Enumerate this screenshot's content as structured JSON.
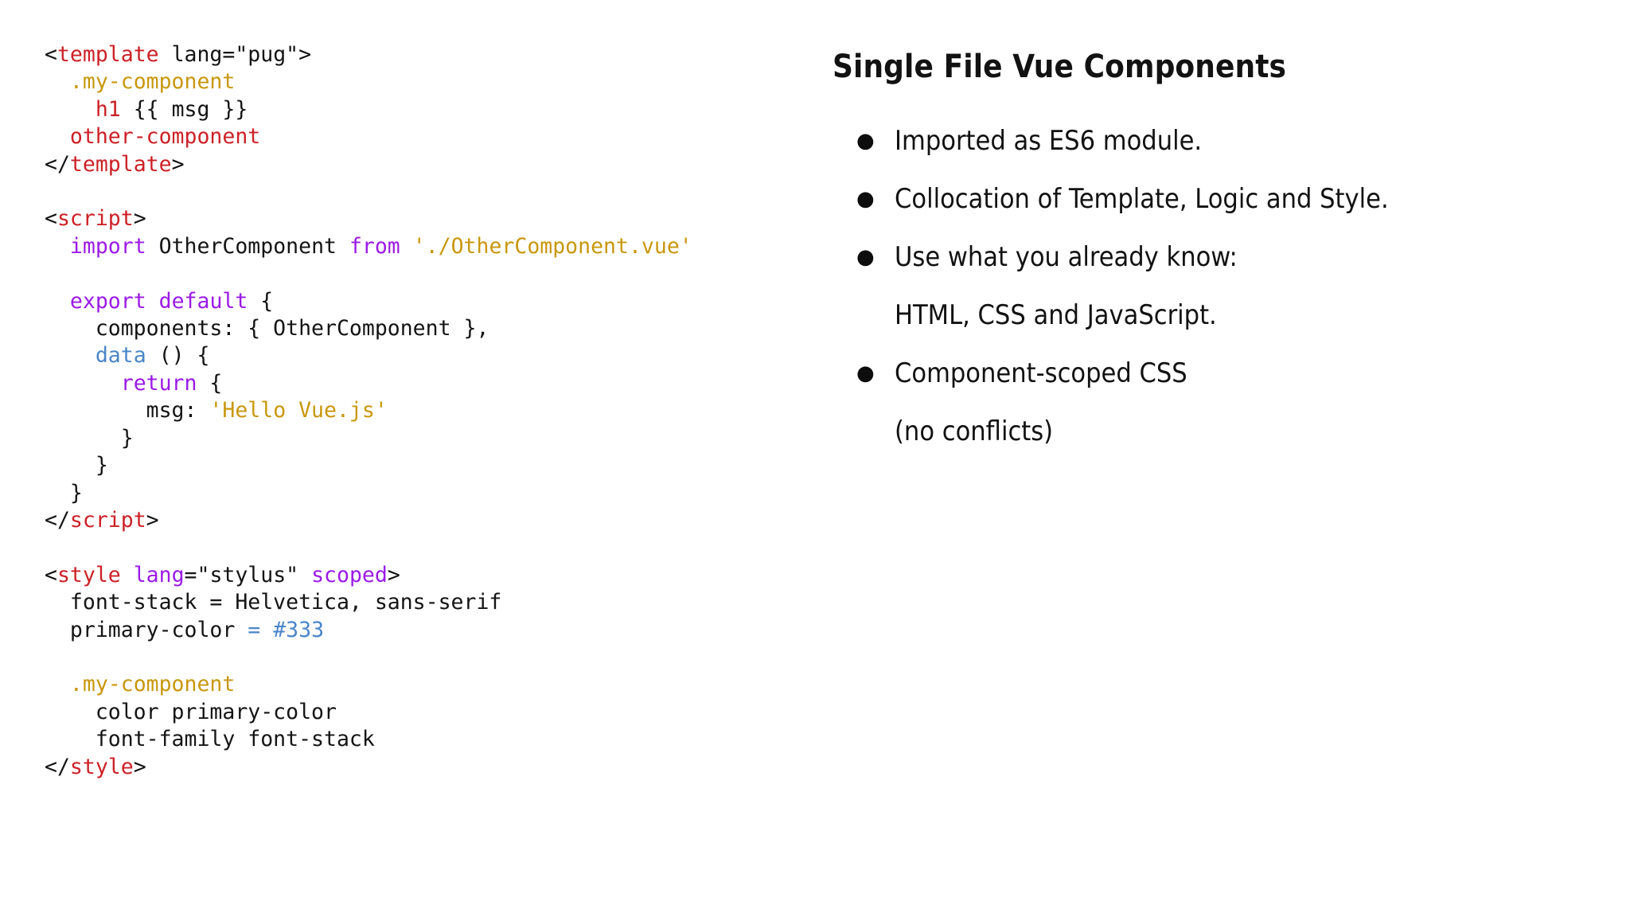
{
  "slide": {
    "background_color": "#ffffff",
    "code": {
      "language": "vue",
      "font": "monospace",
      "colors": {
        "tag": "#cc2127",
        "attribute": "#9b1ae6",
        "keyword": "#9b1ae6",
        "string": "#c9970d",
        "selector": "#c9970d",
        "function": "#4a86c8",
        "number": "#4a86c8",
        "plain": "#141414"
      },
      "lines": [
        [
          {
            "text": "<",
            "cls": "t-plain"
          },
          {
            "text": "template",
            "cls": "t-tag"
          },
          {
            "text": " lang=\"pug\">",
            "cls": "t-plain"
          }
        ],
        [
          {
            "text": "  ",
            "cls": "t-plain"
          },
          {
            "text": ".my-component",
            "cls": "t-sel"
          }
        ],
        [
          {
            "text": "    ",
            "cls": "t-plain"
          },
          {
            "text": "h1",
            "cls": "t-tag"
          },
          {
            "text": " {{ msg }}",
            "cls": "t-plain"
          }
        ],
        [
          {
            "text": "  ",
            "cls": "t-plain"
          },
          {
            "text": "other-component",
            "cls": "t-tag"
          }
        ],
        [
          {
            "text": "</",
            "cls": "t-plain"
          },
          {
            "text": "template",
            "cls": "t-tag"
          },
          {
            "text": ">",
            "cls": "t-plain"
          }
        ],
        [
          {
            "text": " ",
            "cls": "t-plain"
          }
        ],
        [
          {
            "text": "<",
            "cls": "t-plain"
          },
          {
            "text": "script",
            "cls": "t-tag"
          },
          {
            "text": ">",
            "cls": "t-plain"
          }
        ],
        [
          {
            "text": "  ",
            "cls": "t-plain"
          },
          {
            "text": "import",
            "cls": "t-kw"
          },
          {
            "text": " OtherComponent ",
            "cls": "t-plain"
          },
          {
            "text": "from",
            "cls": "t-kw"
          },
          {
            "text": " ",
            "cls": "t-plain"
          },
          {
            "text": "'./OtherComponent.vue'",
            "cls": "t-str"
          }
        ],
        [
          {
            "text": " ",
            "cls": "t-plain"
          }
        ],
        [
          {
            "text": "  ",
            "cls": "t-plain"
          },
          {
            "text": "export",
            "cls": "t-kw"
          },
          {
            "text": " ",
            "cls": "t-plain"
          },
          {
            "text": "default",
            "cls": "t-kw"
          },
          {
            "text": " {",
            "cls": "t-plain"
          }
        ],
        [
          {
            "text": "    components: { OtherComponent },",
            "cls": "t-plain"
          }
        ],
        [
          {
            "text": "    ",
            "cls": "t-plain"
          },
          {
            "text": "data",
            "cls": "t-fn"
          },
          {
            "text": " () {",
            "cls": "t-plain"
          }
        ],
        [
          {
            "text": "      ",
            "cls": "t-plain"
          },
          {
            "text": "return",
            "cls": "t-kw"
          },
          {
            "text": " {",
            "cls": "t-plain"
          }
        ],
        [
          {
            "text": "        msg: ",
            "cls": "t-plain"
          },
          {
            "text": "'Hello Vue.js'",
            "cls": "t-str"
          }
        ],
        [
          {
            "text": "      }",
            "cls": "t-plain"
          }
        ],
        [
          {
            "text": "    }",
            "cls": "t-plain"
          }
        ],
        [
          {
            "text": "  }",
            "cls": "t-plain"
          }
        ],
        [
          {
            "text": "</",
            "cls": "t-plain"
          },
          {
            "text": "script",
            "cls": "t-tag"
          },
          {
            "text": ">",
            "cls": "t-plain"
          }
        ],
        [
          {
            "text": " ",
            "cls": "t-plain"
          }
        ],
        [
          {
            "text": "<",
            "cls": "t-plain"
          },
          {
            "text": "style",
            "cls": "t-tag"
          },
          {
            "text": " ",
            "cls": "t-plain"
          },
          {
            "text": "lang",
            "cls": "t-attr"
          },
          {
            "text": "=\"stylus\" ",
            "cls": "t-plain"
          },
          {
            "text": "scoped",
            "cls": "t-attr"
          },
          {
            "text": ">",
            "cls": "t-plain"
          }
        ],
        [
          {
            "text": "  font-stack = Helvetica, sans-serif",
            "cls": "t-plain"
          }
        ],
        [
          {
            "text": "  primary-color ",
            "cls": "t-plain"
          },
          {
            "text": "=",
            "cls": "t-op"
          },
          {
            "text": " ",
            "cls": "t-plain"
          },
          {
            "text": "#333",
            "cls": "t-num"
          }
        ],
        [
          {
            "text": " ",
            "cls": "t-plain"
          }
        ],
        [
          {
            "text": "  ",
            "cls": "t-plain"
          },
          {
            "text": ".my-component",
            "cls": "t-sel"
          }
        ],
        [
          {
            "text": "    color primary-color",
            "cls": "t-plain"
          }
        ],
        [
          {
            "text": "    font-family font-stack",
            "cls": "t-plain"
          }
        ],
        [
          {
            "text": "</",
            "cls": "t-plain"
          },
          {
            "text": "style",
            "cls": "t-tag"
          },
          {
            "text": ">",
            "cls": "t-plain"
          }
        ]
      ]
    },
    "content": {
      "title": "Single File Vue Components",
      "bullet_marker": "●",
      "bullets": [
        {
          "lines": [
            "Imported as ES6 module."
          ]
        },
        {
          "lines": [
            "Collocation of Template, Logic and Style."
          ]
        },
        {
          "lines": [
            "Use what you already know:",
            "HTML, CSS and JavaScript."
          ]
        },
        {
          "lines": [
            "Component-scoped CSS",
            "(no conflicts)"
          ]
        }
      ]
    }
  }
}
